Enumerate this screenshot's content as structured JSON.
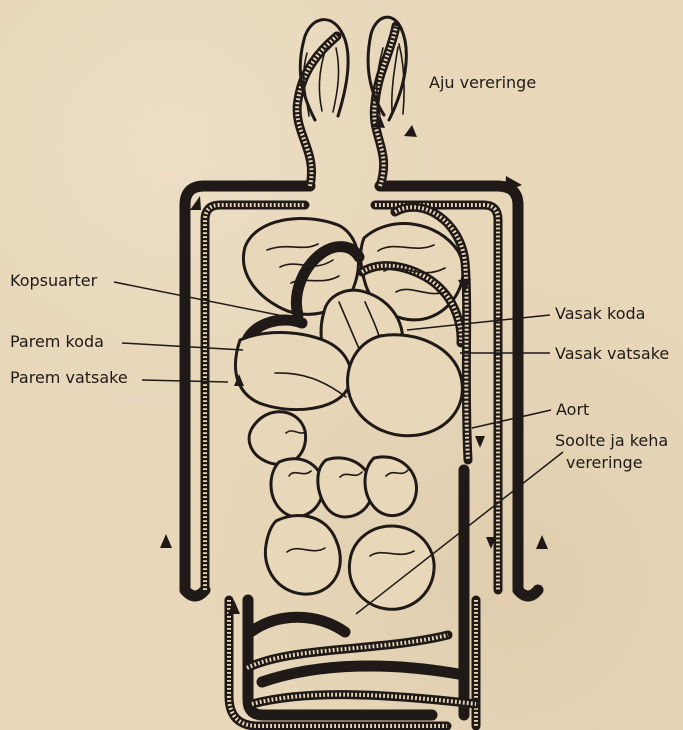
{
  "labels": {
    "brain_circulation": "Aju vereringe",
    "pulmonary_artery": "Kopsuarter",
    "right_atrium": "Parem koda",
    "right_ventricle": "Parem vatsake",
    "left_atrium": "Vasak koda",
    "left_ventricle": "Vasak vatsake",
    "aorta": "Aort",
    "intestine_body_circulation_line1": "Soolte ja keha",
    "intestine_body_circulation_line2": "vereringe"
  }
}
